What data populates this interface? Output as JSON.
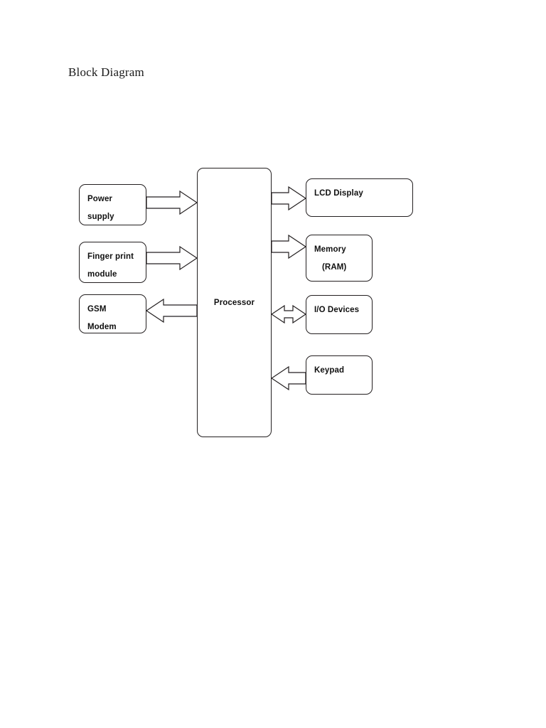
{
  "page": {
    "title": "Block Diagram",
    "background_color": "#ffffff",
    "stroke_color": "#231f20",
    "text_color": "#101010"
  },
  "diagram": {
    "type": "block-diagram",
    "central_node": {
      "id": "processor",
      "label": "Processor"
    },
    "inputs": [
      {
        "id": "power-supply",
        "line1": "Power",
        "line2": "supply"
      },
      {
        "id": "finger-print-module",
        "line1": "Finger print",
        "line2": "module"
      },
      {
        "id": "gsm-modem",
        "line1": "GSM",
        "line2": "Modem"
      }
    ],
    "outputs": [
      {
        "id": "lcd-display",
        "line1": "LCD Display",
        "line2": ""
      },
      {
        "id": "memory-ram",
        "line1": "Memory",
        "line2": "(RAM)"
      },
      {
        "id": "io-devices",
        "line1": "I/O  Devices",
        "line2": ""
      },
      {
        "id": "keypad",
        "line1": "Keypad",
        "line2": ""
      }
    ],
    "connections": [
      {
        "from": "power-supply",
        "to": "processor",
        "direction": "right",
        "style": "hollow-block-arrow"
      },
      {
        "from": "finger-print-module",
        "to": "processor",
        "direction": "right",
        "style": "hollow-block-arrow"
      },
      {
        "from": "processor",
        "to": "gsm-modem",
        "direction": "left",
        "style": "hollow-block-arrow"
      },
      {
        "from": "processor",
        "to": "lcd-display",
        "direction": "right",
        "style": "hollow-block-arrow"
      },
      {
        "from": "processor",
        "to": "memory-ram",
        "direction": "right",
        "style": "hollow-block-arrow"
      },
      {
        "from": "processor",
        "to": "io-devices",
        "direction": "both",
        "style": "hollow-double-block-arrow"
      },
      {
        "from": "keypad",
        "to": "processor",
        "direction": "left",
        "style": "hollow-block-arrow"
      }
    ]
  }
}
